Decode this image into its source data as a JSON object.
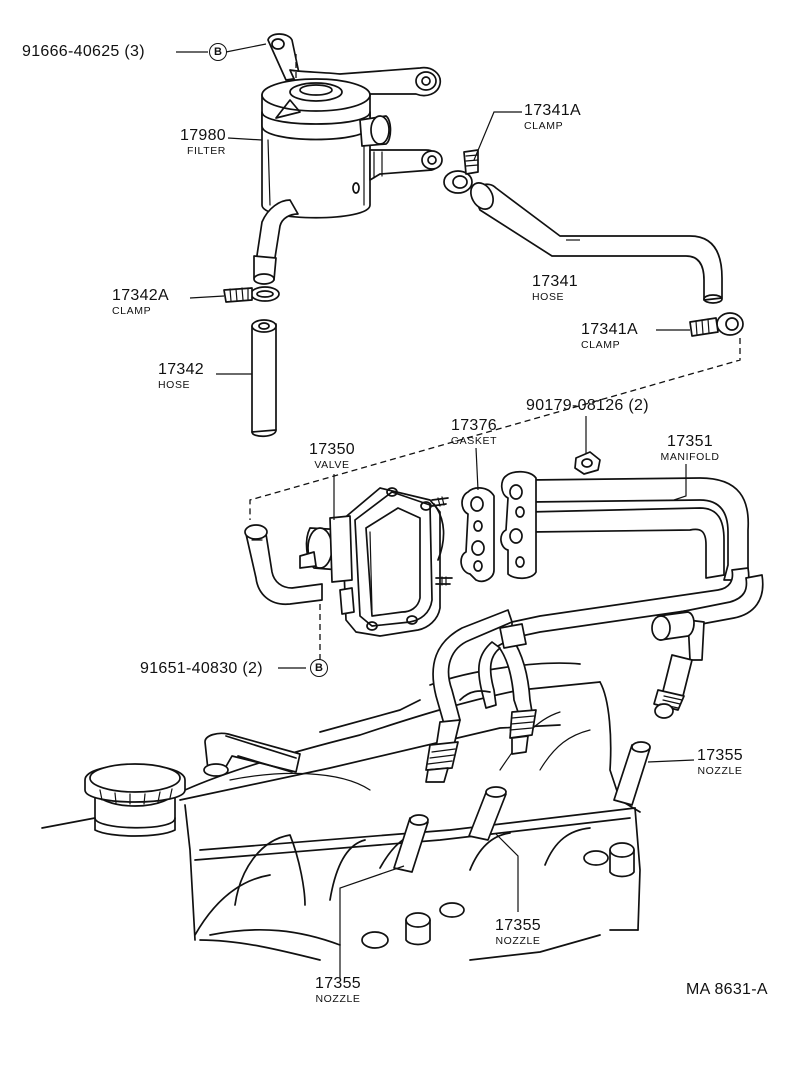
{
  "diagram_code": "MA 8631-A",
  "badge_letter": "B",
  "labels": {
    "bolt_top": {
      "part": "91666-40625",
      "qty": "(3)"
    },
    "filter": {
      "part": "17980",
      "name": "FILTER"
    },
    "clamp_top": {
      "part": "17341A",
      "name": "CLAMP"
    },
    "hose_top": {
      "part": "17341",
      "name": "HOSE"
    },
    "clamp_left": {
      "part": "17342A",
      "name": "CLAMP"
    },
    "clamp_right": {
      "part": "17341A",
      "name": "CLAMP"
    },
    "hose_left": {
      "part": "17342",
      "name": "HOSE"
    },
    "nut": {
      "part": "90179-08126",
      "qty": "(2)"
    },
    "gasket": {
      "part": "17376",
      "name": "GASKET"
    },
    "valve": {
      "part": "17350",
      "name": "VALVE"
    },
    "manifold": {
      "part": "17351",
      "name": "MANIFOLD"
    },
    "bolt_mid": {
      "part": "91651-40830",
      "qty": "(2)"
    },
    "nozzle_r": {
      "part": "17355",
      "name": "NOZZLE"
    },
    "nozzle_m": {
      "part": "17355",
      "name": "NOZZLE"
    },
    "nozzle_l": {
      "part": "17355",
      "name": "NOZZLE"
    }
  }
}
